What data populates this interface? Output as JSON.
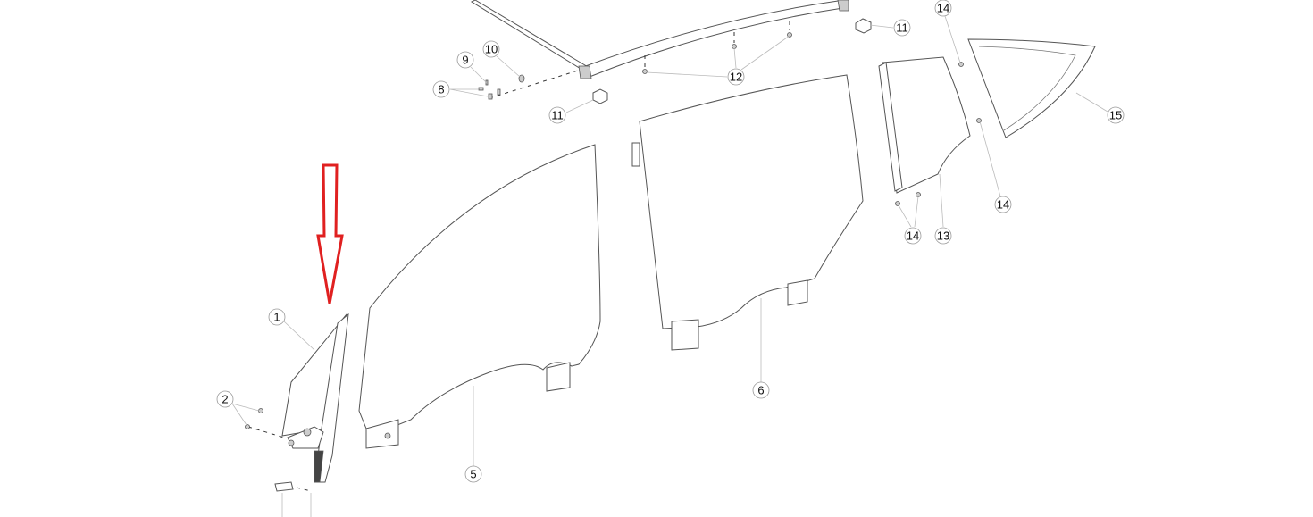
{
  "diagram": {
    "type": "exploded parts diagram - vehicle side window glass",
    "callouts": {
      "c1": "1",
      "c2": "2",
      "c5": "5",
      "c6": "6",
      "c8": "8",
      "c9": "9",
      "c10": "10",
      "c11a": "11",
      "c11b": "11",
      "c12": "12",
      "c13": "13",
      "c14a": "14",
      "c14b": "14",
      "c14c": "14",
      "c15": "15"
    },
    "highlight_color": "#e02020"
  }
}
